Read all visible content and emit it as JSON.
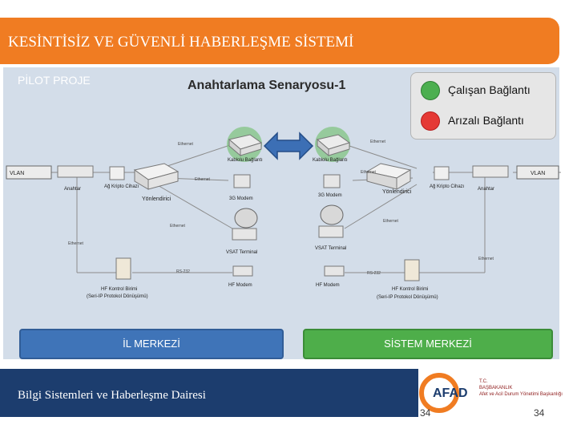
{
  "header": {
    "title": "KESİNTİSİZ VE GÜVENLİ HABERLEŞME SİSTEMİ"
  },
  "subtitle": "PİLOT PROJE",
  "heading": "Anahtarlama Senaryosu-1",
  "legend": {
    "working": {
      "label": "Çalışan Bağlantı",
      "color": "#4caf50"
    },
    "faulty": {
      "label": "Arızalı Bağlantı",
      "color": "#e53935"
    }
  },
  "diagram": {
    "left": {
      "vlan": "VLAN",
      "switch": "Anahtar",
      "crypto": "Ağ Kripto Cihazı",
      "router": "Yönlendirici",
      "cable": "Kablolu Bağlantı",
      "modem_3g": "3G Modem",
      "vsat": "VSAT Terminal",
      "hf_modem": "HF Modem",
      "hf_unit_1": "HF Kontrol Birimi",
      "hf_unit_2": "(Seri-IP Protokol Dönüşümü)"
    },
    "right": {
      "vlan": "VLAN",
      "switch": "Anahtar",
      "crypto": "Ağ Kripto Cihazı",
      "router": "Yönlendirici",
      "cable": "Kablolu Bağlantı",
      "modem_3g": "3G Modem",
      "vsat": "VSAT Terminal",
      "hf_modem": "HF Modem",
      "hf_unit_1": "HF Kontrol Birimi",
      "hf_unit_2": "(Seri-IP Protokol Dönüşümü)"
    },
    "link_labels": {
      "ethernet": "Ethernet",
      "rs232": "RS-232"
    }
  },
  "buttons": {
    "il_merkezi": "İL MERKEZİ",
    "sistem_merkezi": "SİSTEM MERKEZİ"
  },
  "footer": {
    "text": "Bilgi Sistemleri ve Haberleşme Dairesi"
  },
  "logo": {
    "name": "AFAD",
    "line1": "T.C.",
    "line2": "BAŞBAKANLIK",
    "line3": "Afet ve Acil Durum Yönetimi Başkanlığı"
  },
  "page_number": "34"
}
